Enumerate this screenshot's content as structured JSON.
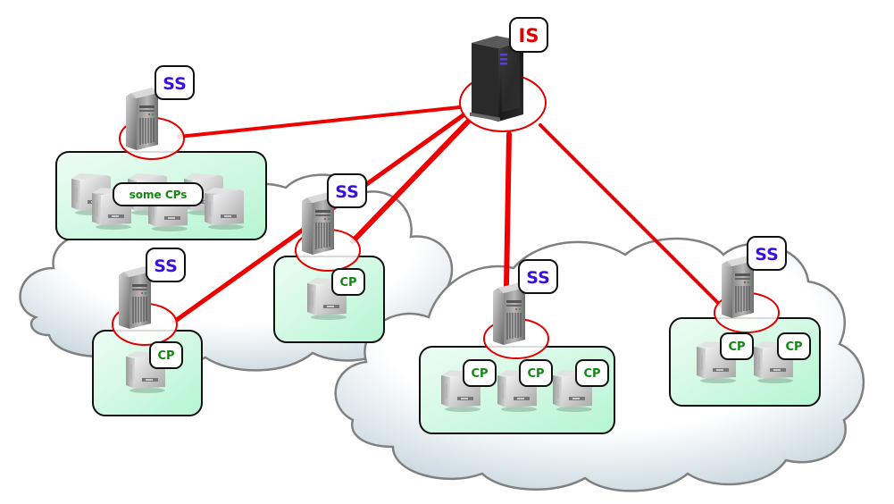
{
  "diagram": {
    "colors": {
      "link": "#ee0000",
      "halo": "#e00000",
      "is_text": "#e00000",
      "ss_text": "#3a10e0",
      "cp_text": "#118811",
      "group_fill_top": "#e9fbf1",
      "group_fill_bottom": "#b9f7d6",
      "group_stroke": "#111111",
      "cloud_fill": "#ffffff",
      "cloud_shade": "#c5d6de",
      "cloud_stroke": "#7d7d7d"
    },
    "index_server": {
      "label": "IS"
    },
    "site_servers": [
      {
        "id": "ss1",
        "label": "SS",
        "group": {
          "cp_count": 6,
          "cp_label": "some CPs",
          "cp_labels": []
        }
      },
      {
        "id": "ss2",
        "label": "SS",
        "group": {
          "cp_count": 1,
          "cp_labels": [
            "CP"
          ]
        }
      },
      {
        "id": "ss3",
        "label": "SS",
        "group": {
          "cp_count": 1,
          "cp_labels": [
            "CP"
          ]
        }
      },
      {
        "id": "ss4",
        "label": "SS",
        "group": {
          "cp_count": 3,
          "cp_labels": [
            "CP",
            "CP",
            "CP"
          ]
        }
      },
      {
        "id": "ss5",
        "label": "SS",
        "group": {
          "cp_count": 2,
          "cp_labels": [
            "CP",
            "CP"
          ]
        }
      }
    ],
    "links": [
      {
        "from": "IS",
        "to": "ss1"
      },
      {
        "from": "IS",
        "to": "ss2"
      },
      {
        "from": "IS",
        "to": "ss3"
      },
      {
        "from": "IS",
        "to": "ss4"
      },
      {
        "from": "IS",
        "to": "ss5"
      }
    ]
  }
}
